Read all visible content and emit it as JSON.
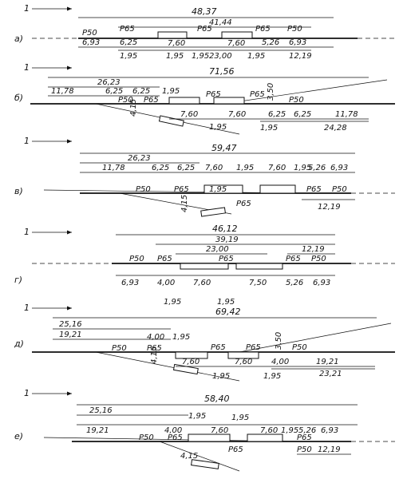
{
  "arrow_label": "1",
  "a": {
    "label": "а)",
    "total": "48,37",
    "inner": "41,44",
    "rails": [
      "Р50",
      "Р65",
      "Р65",
      "Р65",
      "Р50"
    ],
    "upper": [
      "6,93",
      "6,25",
      "7,60",
      "7,60",
      "5,26",
      "6,93"
    ],
    "lower": [
      "1,95",
      "1,95",
      "1,95",
      "23,00",
      "1,95",
      "12,19"
    ]
  },
  "b": {
    "label": "б)",
    "total": "71,56",
    "left_total": "26,23",
    "upper": [
      "11,78",
      "6,25",
      "6,25",
      "1,95"
    ],
    "rails": [
      "Р50",
      "Р65",
      "Р65",
      "Р65",
      "Р50"
    ],
    "small": [
      "4,15",
      "3,50"
    ],
    "mid": [
      "7,60",
      "7,60",
      "6,25",
      "6,25",
      "11,78"
    ],
    "lower": [
      "1,95",
      "1,95",
      "24,28"
    ]
  },
  "v": {
    "label": "в)",
    "total": "59,47",
    "left_total": "26,23",
    "upper": [
      "11,78",
      "6,25",
      "6,25",
      "7,60",
      "1,95",
      "7,60",
      "1,95",
      "5,26",
      "6,93"
    ],
    "rails": [
      "Р50",
      "Р65",
      "Р65",
      "Р65",
      "Р50"
    ],
    "lower": [
      "1,95",
      "4,15",
      "12,19"
    ]
  },
  "g": {
    "label": "г)",
    "total": "46,12",
    "inner": "39,19",
    "mid": "23,00",
    "right": "12,19",
    "rails": [
      "Р50",
      "Р65",
      "Р65",
      "Р65",
      "Р50"
    ],
    "lower": [
      "6,93",
      "4,00",
      "7,60",
      "7,50",
      "5,26",
      "6,93"
    ],
    "bottom": [
      "1,95",
      "1,95"
    ]
  },
  "d": {
    "label": "д)",
    "total": "69,42",
    "left_total": "25,16",
    "upper": [
      "19,21",
      "4,00",
      "1,95"
    ],
    "rails": [
      "Р50",
      "Р65",
      "Р65",
      "Р65",
      "Р50"
    ],
    "small": [
      "4,15",
      "3,50"
    ],
    "mid": [
      "7,60",
      "7,60",
      "4,00",
      "19,21"
    ],
    "lower": [
      "1,95",
      "1,95",
      "23,21"
    ]
  },
  "e": {
    "label": "е)",
    "total": "58,40",
    "left_total": "25,16",
    "upper": [
      "19,21",
      "4,00",
      "1,95",
      "7,60",
      "1,95",
      "7,60",
      "1,95",
      "5,26",
      "6,93"
    ],
    "rails": [
      "Р50",
      "Р65",
      "Р65",
      "Р65",
      "Р50"
    ],
    "lower": [
      "4,15",
      "12,19"
    ]
  }
}
